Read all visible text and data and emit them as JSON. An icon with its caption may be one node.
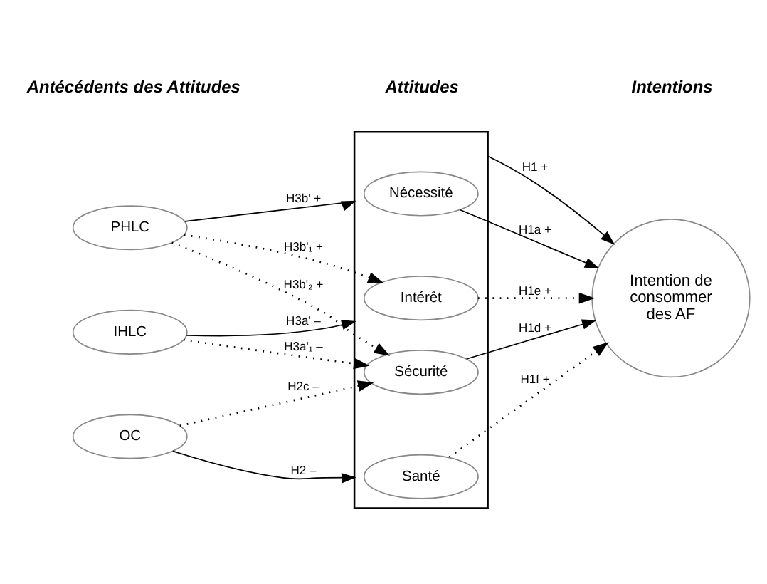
{
  "diagram": {
    "nodes": [
      {
        "text": [
          "PHLC"
        ]
      },
      {
        "text": [
          "IHLC"
        ]
      },
      {
        "text": [
          "OC"
        ]
      },
      {
        "text": [],
        "shape": "box"
      },
      {
        "text": [
          "Nécessité"
        ],
        "in": 3
      },
      {
        "text": [
          "Intérêt"
        ],
        "in": 3
      },
      {
        "text": [
          "Santé"
        ],
        "in": 3
      },
      {
        "text": [
          "Sécurité"
        ],
        "in": 3
      },
      {
        "text": [
          "Intention de consommer des AF"
        ]
      }
    ],
    "edges": [
      {
        "from": 0,
        "to": 3,
        "arrow": "to",
        "label": "H3b' +"
      },
      {
        "from": 0,
        "to": 5,
        "arrow": "to",
        "label": "H3b'₁ +",
        "style": "dashed"
      },
      {
        "from": 0,
        "to": 7,
        "arrow": "to",
        "label": "H3b'₂ +",
        "style": "dashed"
      },
      {
        "from": 1,
        "to": 3,
        "arrow": "to",
        "label": "H3a' –"
      },
      {
        "from": 1,
        "to": 7,
        "arrow": "to",
        "label": "H3a'₁ –",
        "style": "dashed"
      },
      {
        "from": 2,
        "to": 3,
        "arrow": "to",
        "label": "H2 –"
      },
      {
        "from": 2,
        "to": 7,
        "arrow": "to",
        "label": "H2c –",
        "style": "dashed"
      },
      {
        "from": 4,
        "to": 8,
        "arrow": "to",
        "label": "H1a +"
      },
      {
        "from": 5,
        "to": 8,
        "arrow": "to",
        "label": "H1e +",
        "style": "dashed"
      },
      {
        "from": 3,
        "to": 8,
        "arrow": "to",
        "label": "H1 +"
      },
      {
        "from": 6,
        "to": 8,
        "arrow": "to",
        "label": "H1f +",
        "style": "dashed"
      },
      {
        "from": 7,
        "to": 8,
        "arrow": "to",
        "label": "H1d +"
      }
    ],
    "labels": [
      "Antécédents des Attitudes",
      "Attitudes",
      "Intentions"
    ]
  }
}
